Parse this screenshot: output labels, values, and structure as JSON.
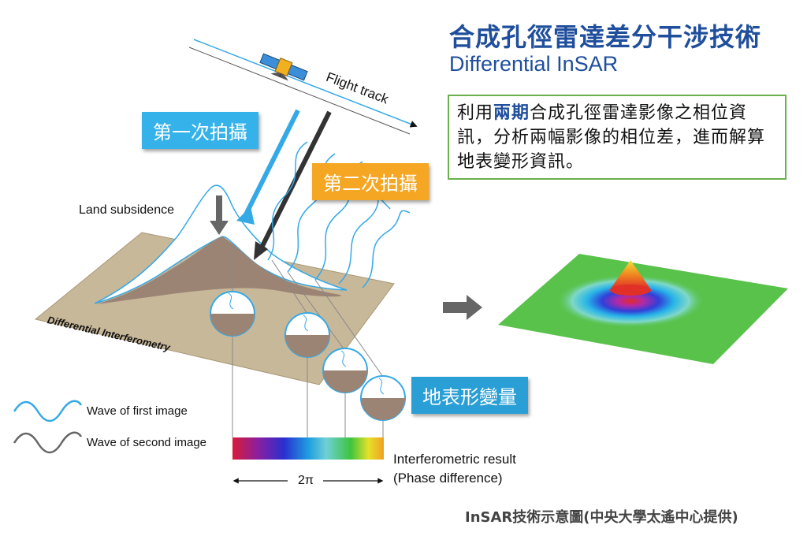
{
  "title_zh": "合成孔徑雷達差分干涉技術",
  "title_en": "Differential InSAR",
  "description": {
    "part1": "利用",
    "highlight": "兩期",
    "part2": "合成孔徑雷達影像之相位資訊，分析兩幅影像的相位差，進而解算地表變形資訊。"
  },
  "tags": {
    "first_capture": "第一次拍攝",
    "second_capture": "第二次拍攝",
    "deformation": "地表形變量"
  },
  "labels": {
    "flight_track": "Flight track",
    "land_subsidence": "Land subsidence",
    "plane": "Differential Interferometry",
    "interferometric_result": "Interferometric result",
    "phase_difference": "(Phase difference)",
    "two_pi": "2π"
  },
  "legend": {
    "wave_first": "Wave of first image",
    "wave_second": "Wave of second image"
  },
  "caption": "InSAR技術示意圖(中央大學太遙中心提供)",
  "colors": {
    "title": "#1f4e9c",
    "wave_first": "#35a9e6",
    "wave_second": "#666666",
    "plane": "#c8b89a",
    "ground": "#9c8474"
  }
}
